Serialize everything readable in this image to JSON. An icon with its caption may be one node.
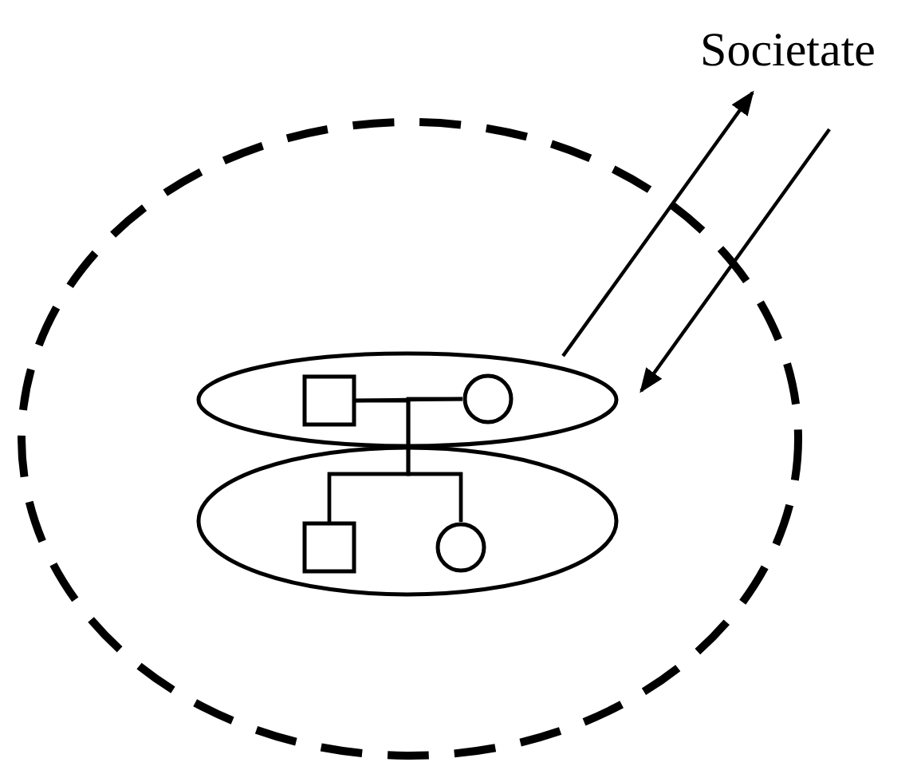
{
  "diagram": {
    "nodes": [
      {
        "text": [],
        "shape": "ellipse"
      },
      {
        "text": [
          "Societate"
        ]
      },
      {
        "text": [],
        "shape": "ellipse",
        "in": 0
      },
      {
        "text": [],
        "shape": "box",
        "in": 2
      },
      {
        "text": [],
        "shape": "circle",
        "in": 2
      },
      {
        "text": [],
        "shape": "ellipse",
        "in": 0
      },
      {
        "text": [],
        "shape": "box",
        "in": 5
      },
      {
        "text": [],
        "shape": "circle",
        "in": 5
      }
    ],
    "edges": [
      {
        "from": 2,
        "to": 1,
        "arrow": "to"
      },
      {
        "from": 1,
        "to": 2,
        "arrow": "to"
      },
      {
        "from": 3,
        "to": 4,
        "arrow": "none"
      },
      {
        "from": 3,
        "to": 6,
        "arrow": "none"
      },
      {
        "from": 4,
        "to": 6,
        "arrow": "none"
      },
      {
        "from": 3,
        "to": 7,
        "arrow": "none"
      },
      {
        "from": 4,
        "to": 7,
        "arrow": "none"
      }
    ]
  }
}
